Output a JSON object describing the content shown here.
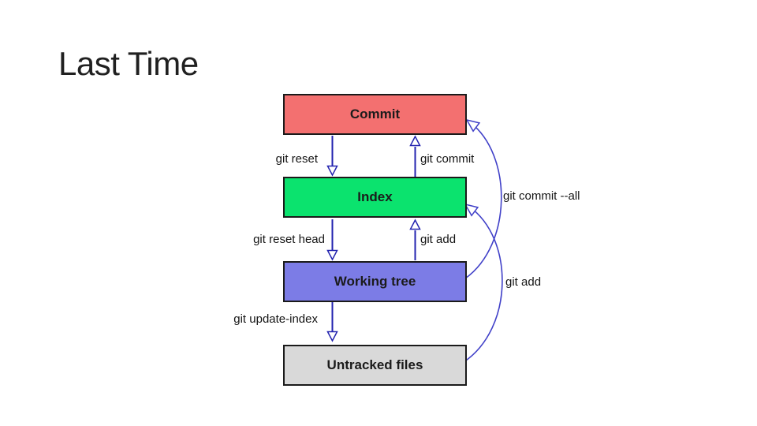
{
  "slide": {
    "title": "Last Time"
  },
  "diagram": {
    "arrow_color": "#2323af",
    "curve_color": "#4040c8",
    "boxes": [
      {
        "id": "commit",
        "label": "Commit",
        "fill": "#f37070"
      },
      {
        "id": "index",
        "label": "Index",
        "fill": "#0be36e"
      },
      {
        "id": "working-tree",
        "label": "Working tree",
        "fill": "#7c7ce6"
      },
      {
        "id": "untracked-files",
        "label": "Untracked files",
        "fill": "#d9d9d9"
      }
    ],
    "edges": {
      "reset": {
        "label": "git reset"
      },
      "commit": {
        "label": "git commit"
      },
      "reset_head": {
        "label": "git reset head"
      },
      "add_inner": {
        "label": "git add"
      },
      "update_index": {
        "label": "git update-index"
      },
      "commit_all": {
        "label": "git commit --all"
      },
      "add_outer": {
        "label": "git add"
      }
    }
  }
}
